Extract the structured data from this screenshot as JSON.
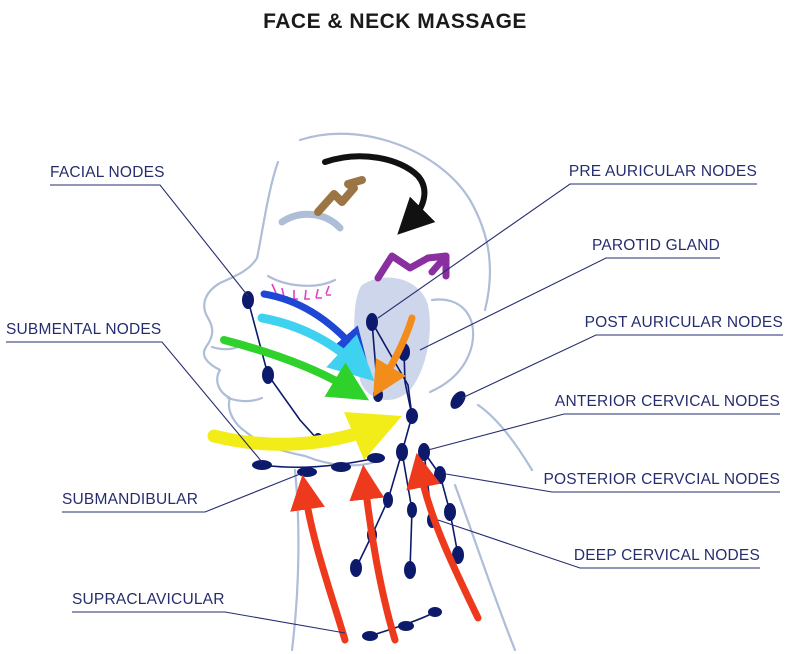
{
  "title": "FACE & NECK MASSAGE",
  "labels": {
    "facial_nodes": "FACIAL NODES",
    "submental_nodes": "SUBMENTAL NODES",
    "submandibular": "SUBMANDIBULAR",
    "supraclavicular": "SUPRACLAVICULAR",
    "pre_auricular_nodes": "PRE AURICULAR NODES",
    "parotid_gland": "PAROTID GLAND",
    "post_auricular_nodes": "POST AURICULAR NODES",
    "anterior_cervical_nodes": "ANTERIOR CERVICAL NODES",
    "posterior_cervcial_nodes": "POSTERIOR CERVCIAL NODES",
    "deep_cervical_nodes": "DEEP CERVICAL NODES"
  },
  "colors": {
    "label_text": "#262d6e",
    "node_fill": "#0d1a6b",
    "face_outline": "#aebdd8",
    "parotid_fill": "#cdd6ea",
    "arrow_black": "#111111",
    "arrow_brown": "#9c7545",
    "arrow_purple": "#8a2fa0",
    "arrow_blue": "#1f47d6",
    "arrow_cyan": "#3fd2f0",
    "arrow_green": "#2ed22a",
    "arrow_yellow": "#f2ec18",
    "arrow_orange": "#f28c1a",
    "arrow_red": "#ee3a1c",
    "lash_marks": "#e040c8"
  }
}
